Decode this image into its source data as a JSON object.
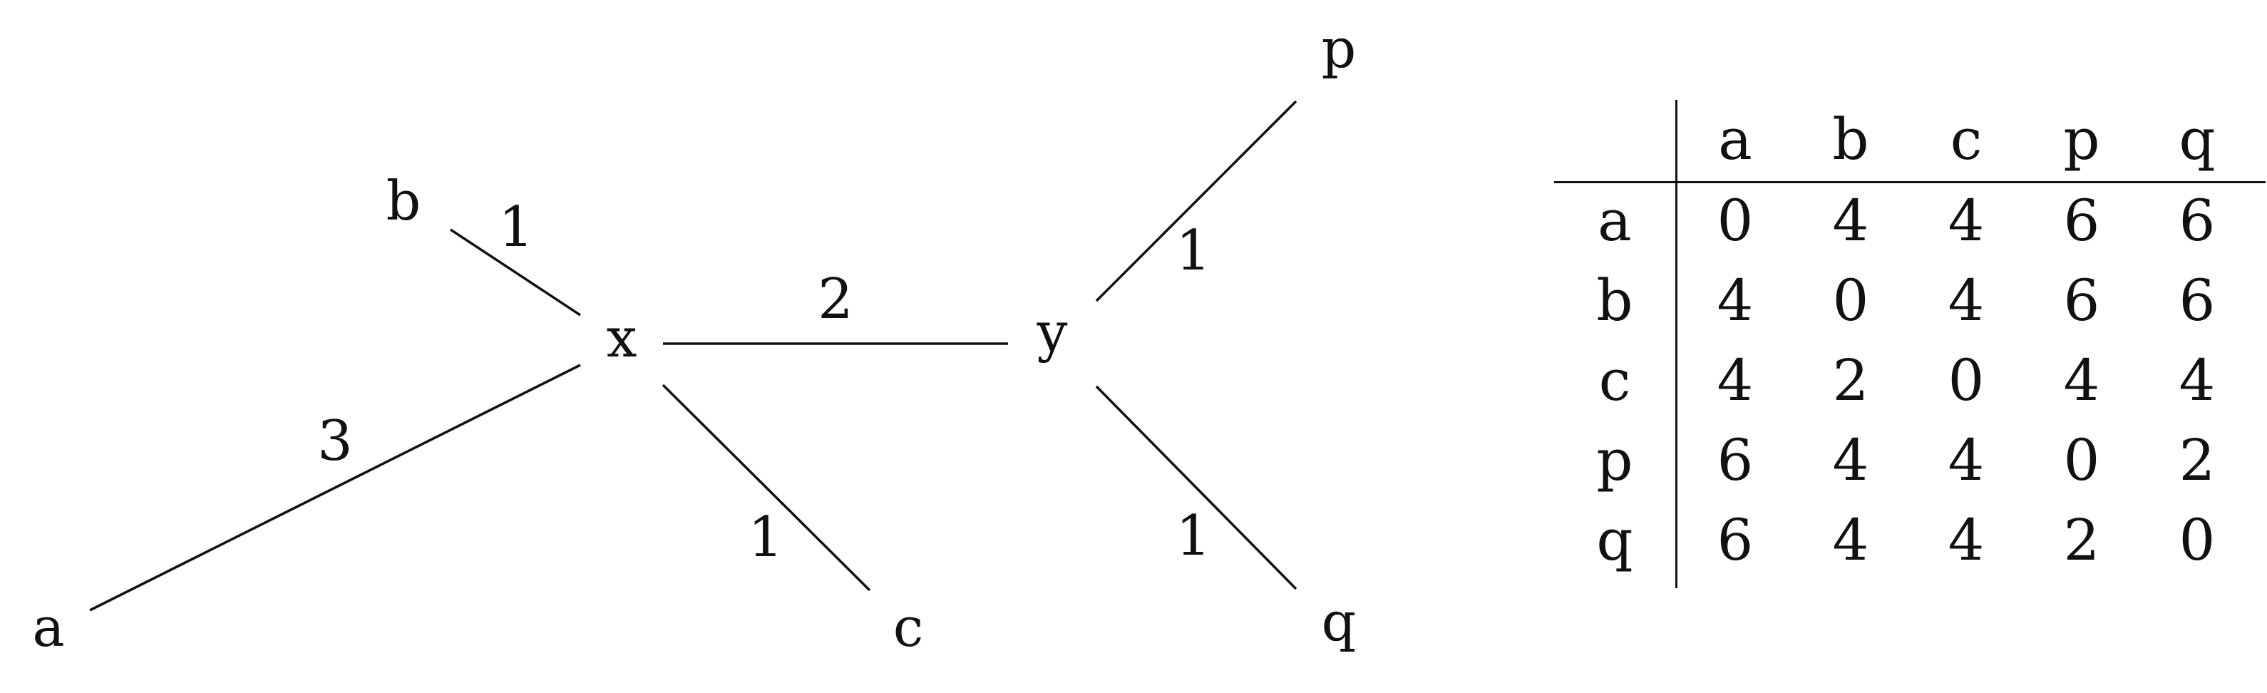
{
  "tree": {
    "nodes": [
      {
        "id": "a",
        "label": "a"
      },
      {
        "id": "b",
        "label": "b"
      },
      {
        "id": "c",
        "label": "c"
      },
      {
        "id": "x",
        "label": "x"
      },
      {
        "id": "y",
        "label": "y"
      },
      {
        "id": "p",
        "label": "p"
      },
      {
        "id": "q",
        "label": "q"
      }
    ],
    "edges": [
      {
        "from": "x",
        "to": "a",
        "weight": "3"
      },
      {
        "from": "x",
        "to": "b",
        "weight": "1"
      },
      {
        "from": "x",
        "to": "c",
        "weight": "1"
      },
      {
        "from": "x",
        "to": "y",
        "weight": "2"
      },
      {
        "from": "y",
        "to": "p",
        "weight": "1"
      },
      {
        "from": "y",
        "to": "q",
        "weight": "1"
      }
    ]
  },
  "distance_matrix": {
    "columns": [
      "a",
      "b",
      "c",
      "p",
      "q"
    ],
    "rows": [
      {
        "label": "a",
        "values": [
          "0",
          "4",
          "4",
          "6",
          "6"
        ]
      },
      {
        "label": "b",
        "values": [
          "4",
          "0",
          "4",
          "6",
          "6"
        ]
      },
      {
        "label": "c",
        "values": [
          "4",
          "2",
          "0",
          "4",
          "4"
        ]
      },
      {
        "label": "p",
        "values": [
          "6",
          "4",
          "4",
          "0",
          "2"
        ]
      },
      {
        "label": "q",
        "values": [
          "6",
          "4",
          "4",
          "2",
          "0"
        ]
      }
    ]
  }
}
